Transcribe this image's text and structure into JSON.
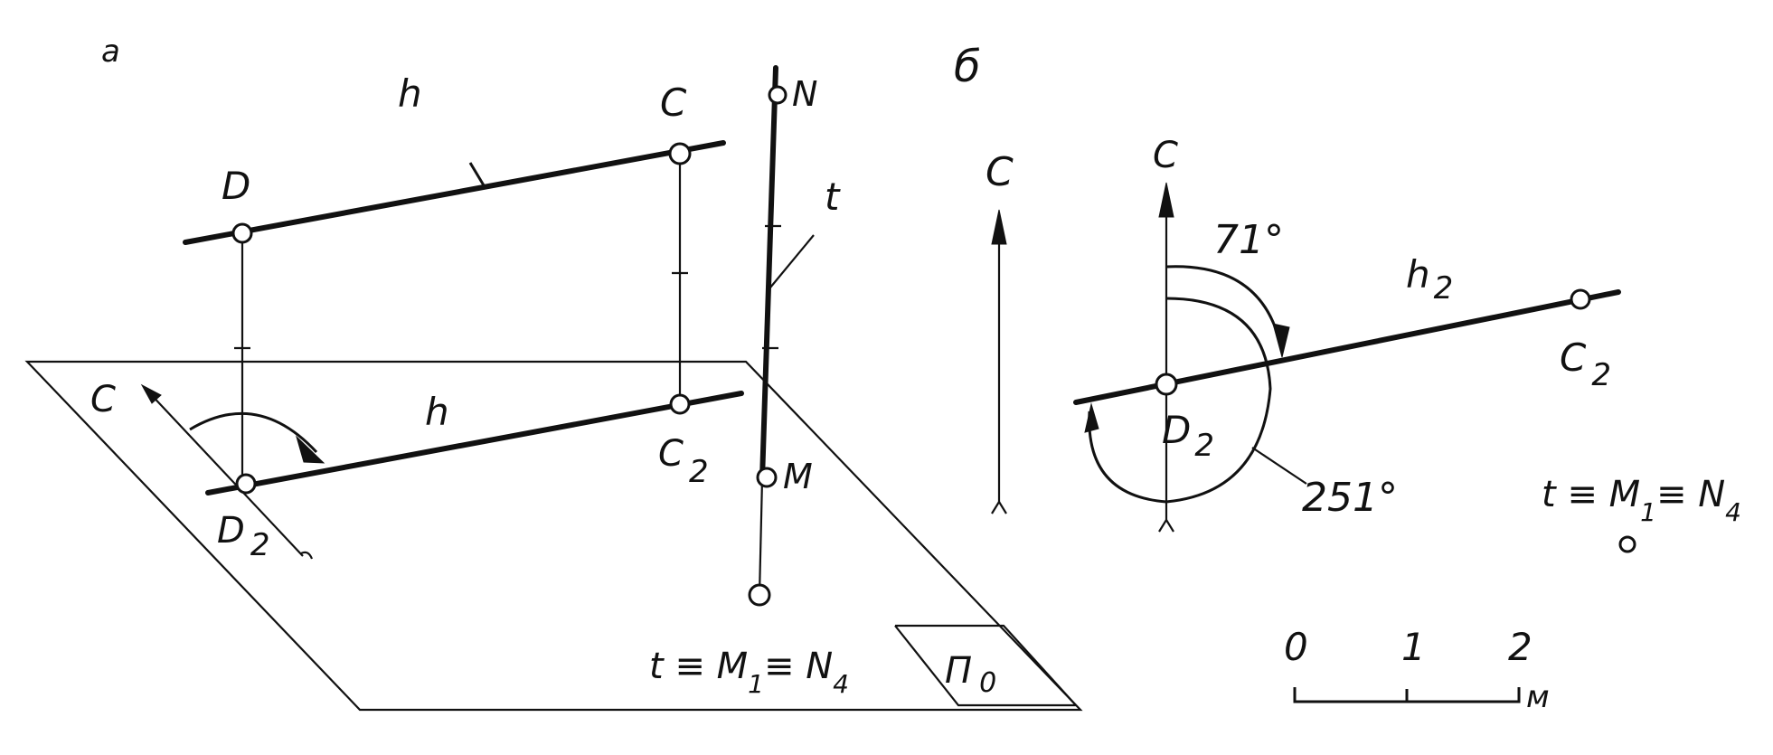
{
  "left_panel": {
    "panel_label": "a",
    "labels": {
      "h_top": "h",
      "h_bottom": "h",
      "point_D": "D",
      "point_C": "C",
      "point_D2": "D",
      "point_D2_sub": "2",
      "point_C2": "C",
      "point_C2_sub": "2",
      "north_C": "C",
      "line_t": "t",
      "point_N": "N",
      "point_M": "M",
      "plane_label": "Π",
      "plane_label_sub": "0",
      "eq_t": "t ≡ M",
      "eq_sub1": "1",
      "eq_mid": "≡ N",
      "eq_sub4": "4"
    }
  },
  "right_panel": {
    "panel_label": "б",
    "labels": {
      "north_arrow_C": "C",
      "axis_C": "C",
      "angle_71": "71°",
      "angle_251": "251°",
      "h2": "h",
      "h2_sub": "2",
      "point_C2": "C",
      "point_C2_sub": "2",
      "point_D2": "D",
      "point_D2_sub": "2",
      "eq_t": "t ≡ M",
      "eq_sub1": "1",
      "eq_mid": "≡ N",
      "eq_sub4": "4"
    },
    "scale_bar": {
      "ticks": [
        "0",
        "1",
        "2"
      ],
      "unit": "м"
    }
  }
}
